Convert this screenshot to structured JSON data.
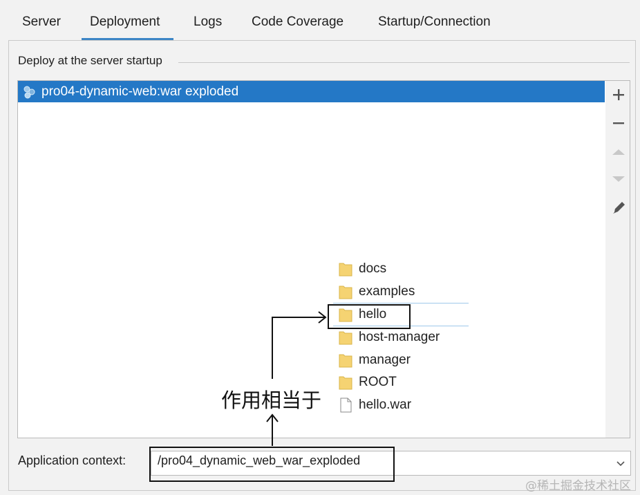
{
  "tabs": [
    {
      "label": "Server",
      "active": false
    },
    {
      "label": "Deployment",
      "active": true
    },
    {
      "label": "Logs",
      "active": false
    },
    {
      "label": "Code Coverage",
      "active": false
    },
    {
      "label": "Startup/Connection",
      "active": false
    }
  ],
  "section": {
    "title": "Deploy at the server startup"
  },
  "deploy_list": {
    "items": [
      {
        "label": "pro04-dynamic-web:war exploded",
        "selected": true,
        "icon": "artifact-icon"
      }
    ]
  },
  "toolbar": {
    "add_icon": "plus-icon",
    "remove_icon": "minus-icon",
    "up_icon": "arrow-up-icon",
    "down_icon": "arrow-down-icon",
    "edit_icon": "pencil-icon"
  },
  "folder_listing": {
    "items": [
      {
        "name": "docs",
        "type": "folder"
      },
      {
        "name": "examples",
        "type": "folder"
      },
      {
        "name": "hello",
        "type": "folder",
        "highlighted": true
      },
      {
        "name": "host-manager",
        "type": "folder"
      },
      {
        "name": "manager",
        "type": "folder"
      },
      {
        "name": "ROOT",
        "type": "folder"
      },
      {
        "name": "hello.war",
        "type": "file"
      }
    ]
  },
  "annotation": {
    "text": "作用相当于"
  },
  "app_context": {
    "label": "Application context:",
    "value": "/pro04_dynamic_web_war_exploded"
  },
  "watermark": {
    "text": "@稀土掘金技术社区"
  },
  "colors": {
    "accent": "#3d86c6",
    "selection": "#2478c6",
    "folder": "#f5d372",
    "annotation": "#111111"
  }
}
